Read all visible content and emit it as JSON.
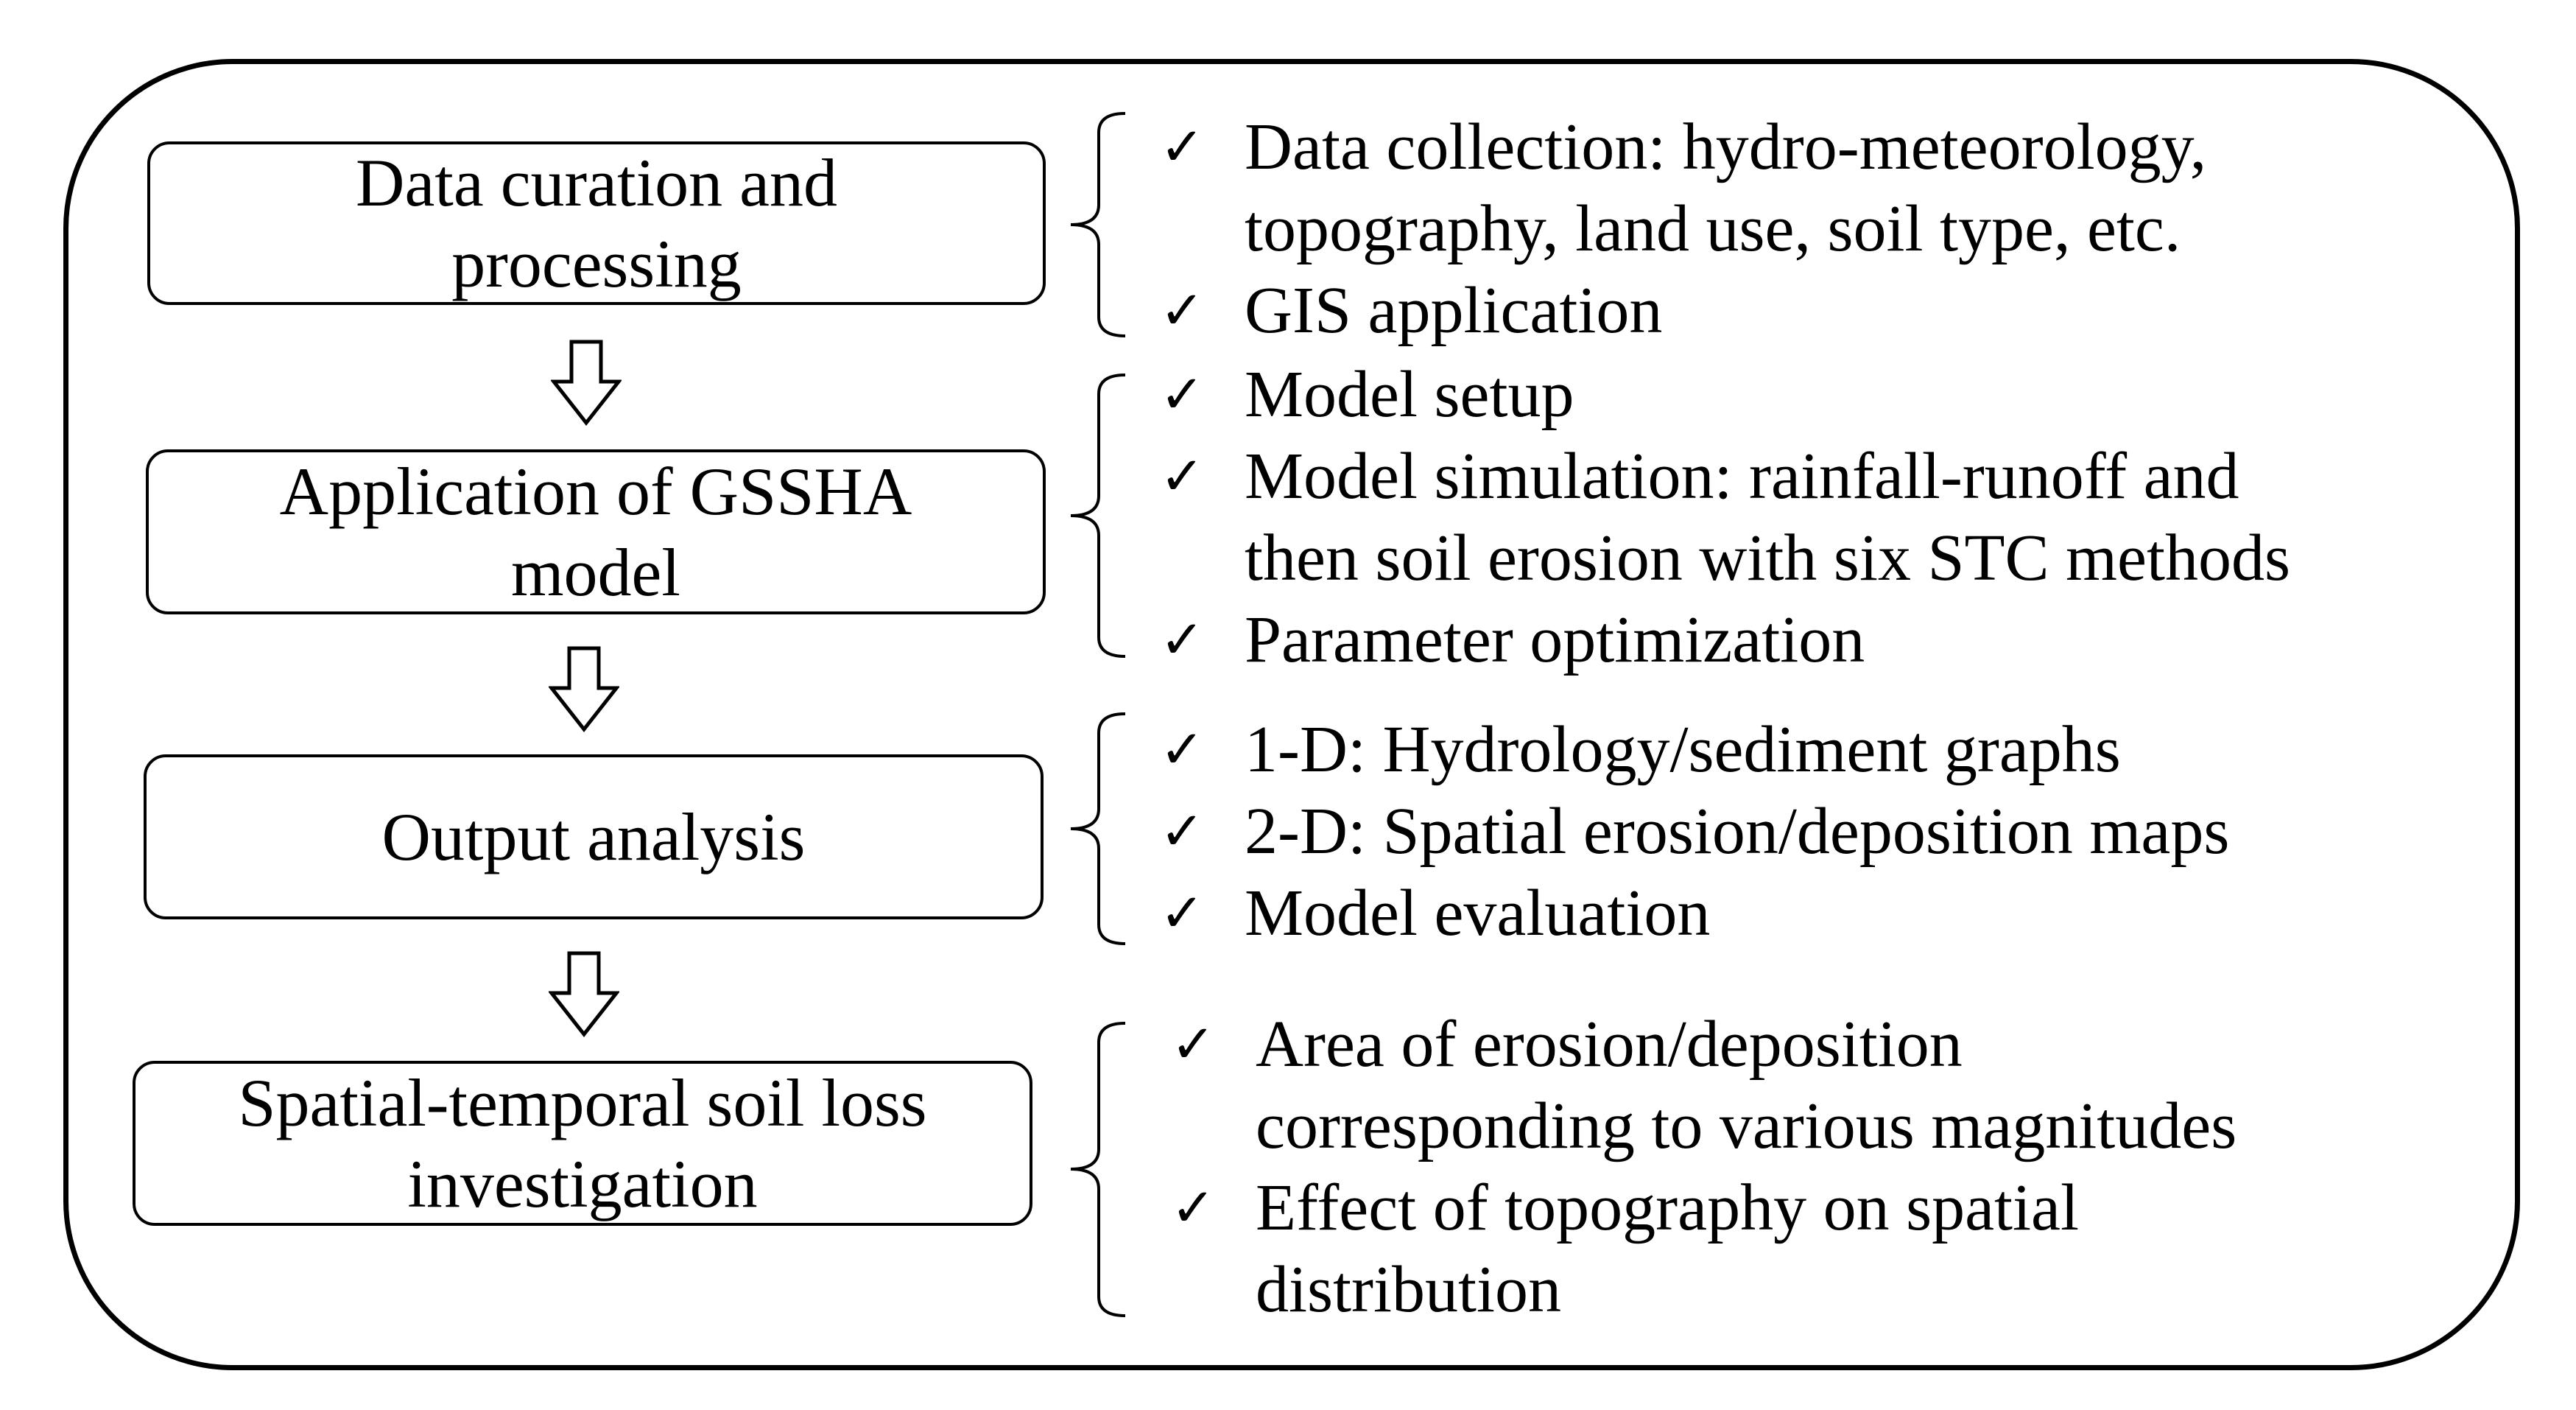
{
  "stages": [
    {
      "label_lines": [
        "Data curation and",
        "processing"
      ],
      "items": [
        {
          "lines": [
            "Data collection: hydro-meteorology,",
            "topography, land use, soil type, etc."
          ]
        },
        {
          "lines": [
            "GIS application"
          ]
        }
      ]
    },
    {
      "label_lines": [
        "Application of GSSHA",
        "model"
      ],
      "items": [
        {
          "lines": [
            "Model setup"
          ]
        },
        {
          "lines": [
            "Model simulation: rainfall-runoff and",
            "then soil erosion with six  STC methods"
          ]
        },
        {
          "lines": [
            "Parameter optimization"
          ]
        }
      ]
    },
    {
      "label_lines": [
        "Output analysis"
      ],
      "items": [
        {
          "lines": [
            "1-D: Hydrology/sediment graphs"
          ]
        },
        {
          "lines": [
            "2-D: Spatial erosion/deposition maps"
          ]
        },
        {
          "lines": [
            "Model evaluation"
          ]
        }
      ]
    },
    {
      "label_lines": [
        "Spatial-temporal soil loss",
        "investigation"
      ],
      "items": [
        {
          "lines": [
            "Area of erosion/deposition",
            "corresponding to various magnitudes"
          ]
        },
        {
          "lines": [
            "Effect of topography on spatial",
            "distribution"
          ]
        }
      ]
    }
  ],
  "check_mark": "✓",
  "icons": {
    "flow_arrow": "hollow-down-arrow-icon",
    "group_brace": "left-curly-brace-icon"
  }
}
